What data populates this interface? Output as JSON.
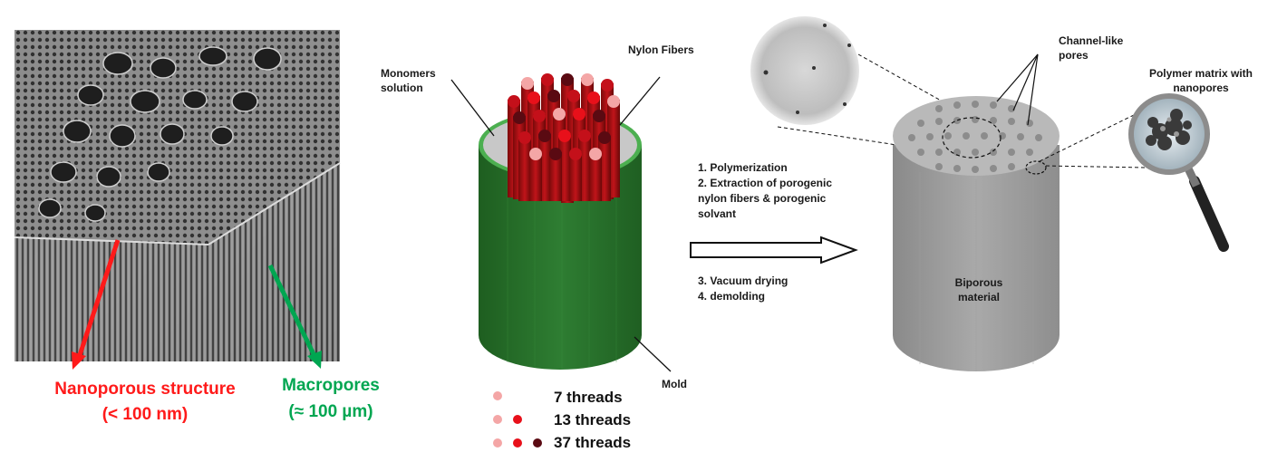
{
  "sem_panel": {
    "nano_label": "Nanoporous structure",
    "nano_size": "(< 100 nm)",
    "macro_label": "Macropores",
    "macro_size": "(≈ 100 µm)"
  },
  "mold": {
    "monomers_label": "Monomers solution",
    "fibers_label": "Nylon Fibers",
    "mold_label": "Mold"
  },
  "threads_legend": [
    {
      "label": "7 threads"
    },
    {
      "label": "13 threads"
    },
    {
      "label": "37 threads"
    }
  ],
  "steps": {
    "before_arrow": [
      "1. Polymerization",
      "2. Extraction of porogenic nylon fibers & porogenic solvant"
    ],
    "after_arrow": [
      "3. Vacuum drying",
      "4. demolding"
    ]
  },
  "product": {
    "channel_label": "Channel-like pores",
    "matrix_label": "Polymer matrix with nanopores",
    "material_label": "Biporous material"
  },
  "colors": {
    "nano_arrow": "#ff1a1a",
    "macro_arrow": "#00a651",
    "mold_green": "#2e7d32",
    "thread_light": "#f4a6a6",
    "thread_mid": "#e8101a",
    "thread_dark": "#5a0a12"
  }
}
